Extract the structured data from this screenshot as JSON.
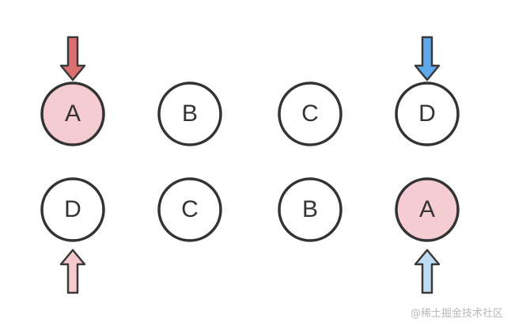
{
  "colors": {
    "node_fill": "#ffffff",
    "node_highlight_fill": "#f6ccd3",
    "node_stroke": "#333333",
    "arrow_red": "#dc6f6f",
    "arrow_blue": "#5ea8ec",
    "arrow_light_red": "#f6c9cc",
    "arrow_light_blue": "#bfdcf5",
    "arrow_stroke": "#3a3a3a"
  },
  "rows": [
    {
      "nodes": [
        {
          "label": "A",
          "highlight": true
        },
        {
          "label": "B",
          "highlight": false
        },
        {
          "label": "C",
          "highlight": false
        },
        {
          "label": "D",
          "highlight": false
        }
      ]
    },
    {
      "nodes": [
        {
          "label": "D",
          "highlight": false
        },
        {
          "label": "C",
          "highlight": false
        },
        {
          "label": "B",
          "highlight": false
        },
        {
          "label": "A",
          "highlight": true
        }
      ]
    }
  ],
  "pointers": [
    {
      "name": "top-left-arrow",
      "direction": "down",
      "color": "arrow_red",
      "row": 0,
      "column": 0
    },
    {
      "name": "top-right-arrow",
      "direction": "down",
      "color": "arrow_blue",
      "row": 0,
      "column": 3
    },
    {
      "name": "bottom-left-arrow",
      "direction": "up",
      "color": "arrow_light_red",
      "row": 1,
      "column": 0
    },
    {
      "name": "bottom-right-arrow",
      "direction": "up",
      "color": "arrow_light_blue",
      "row": 1,
      "column": 3
    }
  ],
  "watermark": "@稀土掘金技术社区"
}
